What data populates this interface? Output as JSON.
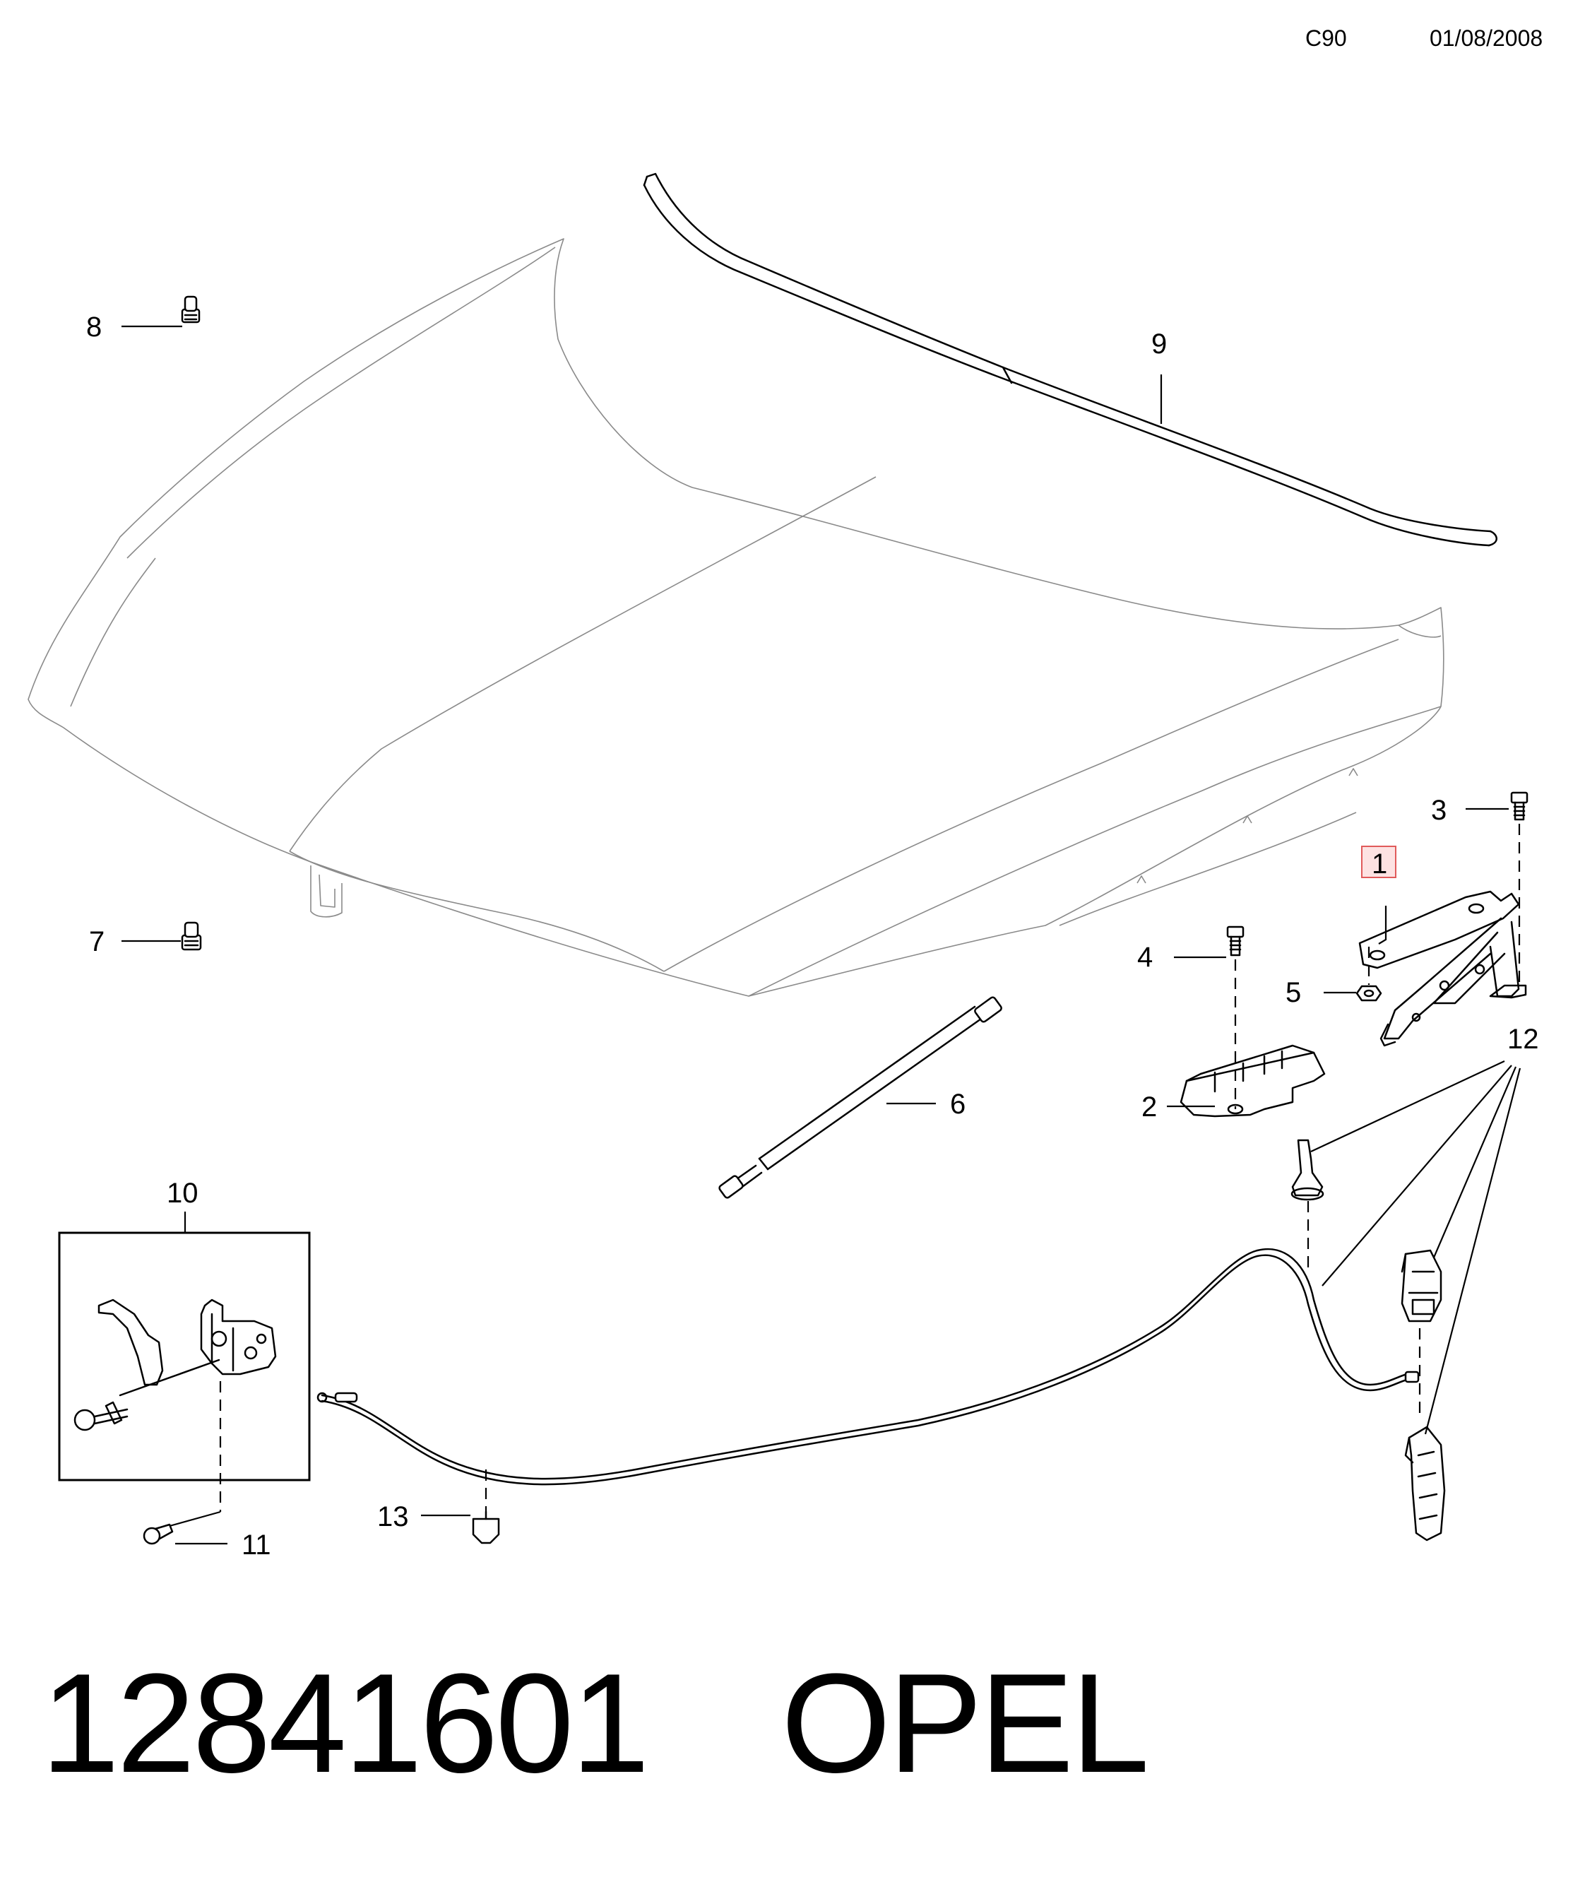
{
  "header": {
    "code": "C90",
    "date": "01/08/2008"
  },
  "callouts": [
    {
      "id": "1",
      "label": "1",
      "highlighted": true
    },
    {
      "id": "2",
      "label": "2"
    },
    {
      "id": "3",
      "label": "3"
    },
    {
      "id": "4",
      "label": "4"
    },
    {
      "id": "5",
      "label": "5"
    },
    {
      "id": "6",
      "label": "6"
    },
    {
      "id": "7",
      "label": "7"
    },
    {
      "id": "8",
      "label": "8"
    },
    {
      "id": "9",
      "label": "9"
    },
    {
      "id": "10",
      "label": "10"
    },
    {
      "id": "11",
      "label": "11"
    },
    {
      "id": "12",
      "label": "12"
    },
    {
      "id": "13",
      "label": "13"
    }
  ],
  "footer": {
    "part_number": "12841601",
    "brand": "OPEL"
  },
  "colors": {
    "highlight_fill": "#fde2e2",
    "highlight_stroke": "#e05a5a",
    "hood_line": "#8a8a8a"
  }
}
